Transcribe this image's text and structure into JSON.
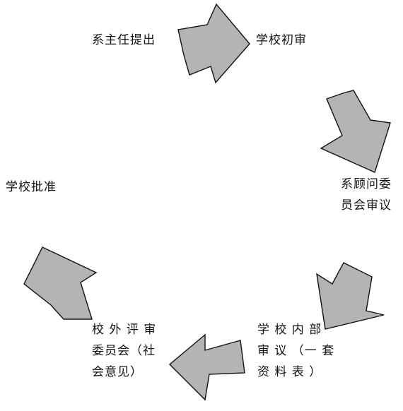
{
  "steps": {
    "dept_head": "系主任提出",
    "school_review": "学校初审",
    "advisory": [
      "系顾问委",
      "员会审议"
    ],
    "internal": [
      "学 校 内 部",
      "审 议 （一 套",
      "资 料 表 ）"
    ],
    "external": [
      "校 外 评 审",
      "委员会（社",
      "会意见）"
    ],
    "approval": "学校批准"
  },
  "colors": {
    "arrow_fill": "#b4b4b4",
    "arrow_stroke": "#111111",
    "text": "#111111",
    "background": "#ffffff"
  }
}
